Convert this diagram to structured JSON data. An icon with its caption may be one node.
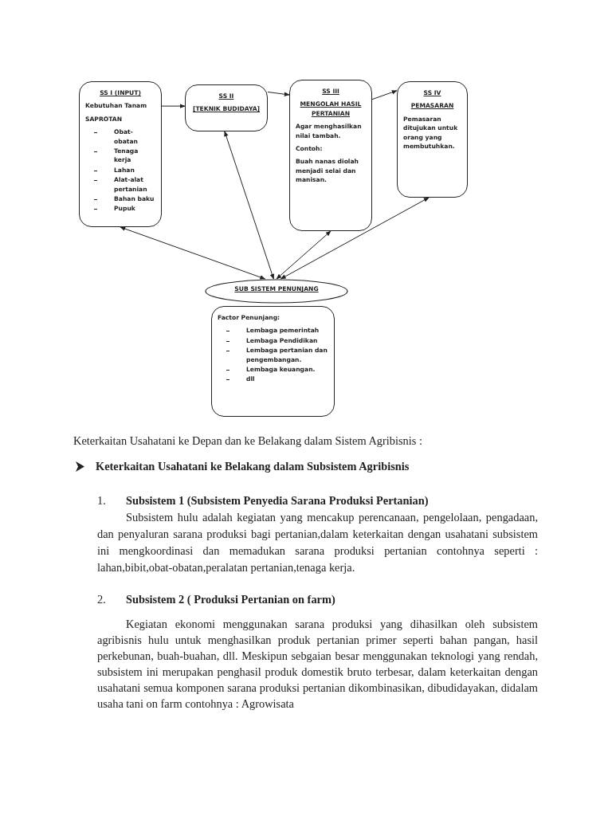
{
  "diagram": {
    "nodes": [
      {
        "text": [
          "SS I (INPUT)",
          "Kebutuhan Tanam",
          "SAPROTAN",
          "Obat-obatan",
          "Tenaga kerja",
          "Lahan",
          "Alat-alat pertanian",
          "Bahan baku",
          "Pupuk"
        ]
      },
      {
        "text": [
          "SS II",
          "[TEKNIK BUDIDAYA]"
        ]
      },
      {
        "text": [
          "SS III",
          "MENGOLAH HASIL PERTANIAN",
          "Agar menghasilkan nilai tambah.",
          "Contoh:",
          "Buah nanas diolah menjadi selai dan manisan."
        ]
      },
      {
        "text": [
          "SS IV",
          "PEMASARAN",
          "Pemasaran ditujukan untuk orang yang membutuhkan."
        ]
      },
      {
        "text": [
          "SUB SISTEM PENUNJANG"
        ]
      },
      {
        "text": [
          "Factor Penunjang:",
          "Lembaga pemerintah",
          "Lembaga Pendidikan",
          "Lembaga pertanian dan pengembangan.",
          "Lembaga keuangan.",
          "dll"
        ]
      }
    ],
    "edges": [
      {
        "from": 0,
        "to": 1,
        "arrow": "to"
      },
      {
        "from": 1,
        "to": 2,
        "arrow": "to"
      },
      {
        "from": 2,
        "to": 3,
        "arrow": "to"
      },
      {
        "from": 4,
        "to": 0,
        "arrow": "both"
      },
      {
        "from": 4,
        "to": 1,
        "arrow": "both"
      },
      {
        "from": 4,
        "to": 2,
        "arrow": "both"
      },
      {
        "from": 4,
        "to": 3,
        "arrow": "both"
      }
    ],
    "labels": [
      "Keterkaitan Usahatani ke Depan dan ke Belakang dalam Sistem Agribisnis :",
      "Keterkaitan Usahatani ke Belakang dalam Subsistem Agribisnis",
      "1.",
      "Subsistem 1 (Subsistem Penyedia Sarana Produksi Pertanian)",
      "Subsistem hulu adalah kegiatan yang mencakup perencanaan, pengelolaan, pengadaan, dan penyaluran sarana produksi bagi pertanian,dalam keterkaitan dengan usahatani subsistem ini mengkoordinasi dan memadukan sarana produksi pertanian contohnya seperti : lahan,bibit,obat-obatan,peralatan pertanian,tenaga kerja.",
      "2.",
      "Subsistem 2 ( Produksi Pertanian on farm)",
      "Kegiatan ekonomi menggunakan sarana produksi yang dihasilkan oleh subsistem agribisnis hulu untuk menghasilkan produk pertanian primer seperti bahan pangan, hasil perkebunan, buah-buahan, dll. Meskipun sebgaian besar menggunakan teknologi yang rendah, subsistem ini merupakan penghasil produk domestik bruto terbesar, dalam keterkaitan dengan usahatani semua komponen sarana produksi pertanian dikombinasikan, dibudidayakan, didalam usaha tani on farm contohnya : Agrowisata"
    ]
  }
}
